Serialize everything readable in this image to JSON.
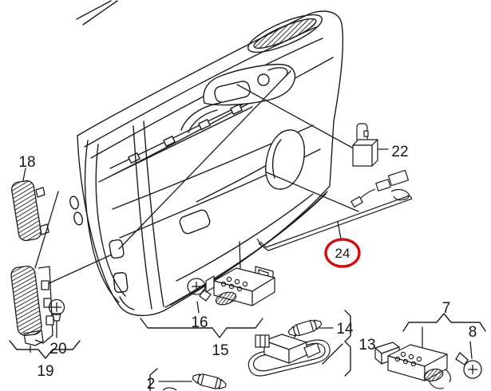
{
  "diagram": {
    "kind": "exploded-parts-diagram",
    "background_color": "#ffffff",
    "line_color": "#1c1c1c",
    "highlight": {
      "part_label": "24",
      "color": "#cc1111"
    },
    "parts": {
      "p2": {
        "label": "2"
      },
      "p7": {
        "label": "7"
      },
      "p8": {
        "label": "8"
      },
      "p13": {
        "label": "13"
      },
      "p14": {
        "label": "14"
      },
      "p15": {
        "label": "15"
      },
      "p16": {
        "label": "16"
      },
      "p18": {
        "label": "18"
      },
      "p19": {
        "label": "19"
      },
      "p20": {
        "label": "20"
      },
      "p22": {
        "label": "22"
      },
      "p24": {
        "label": "24"
      }
    }
  }
}
